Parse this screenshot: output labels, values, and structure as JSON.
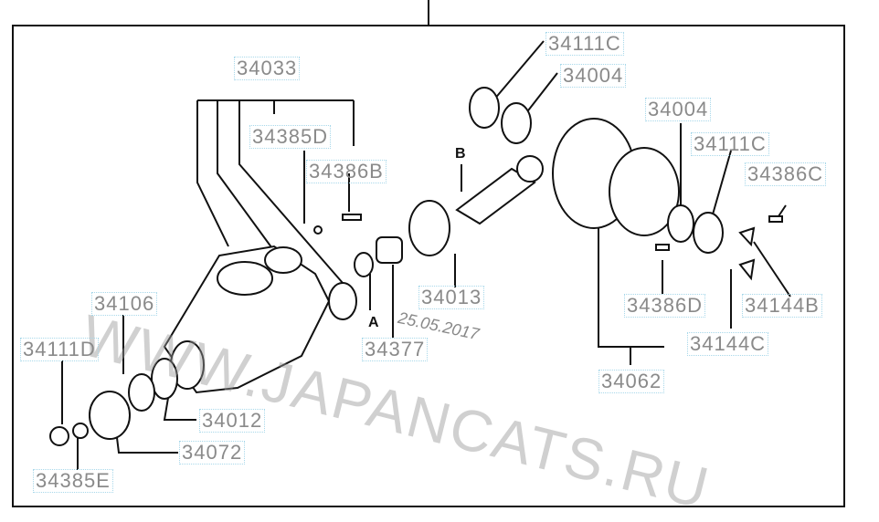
{
  "labels": {
    "l34033": "34033",
    "l34385D": "34385D",
    "l34386B": "34386B",
    "l34106": "34106",
    "l34111D": "34111D",
    "l34012": "34012",
    "l34072": "34072",
    "l34385E": "34385E",
    "l34377": "34377",
    "l34013": "34013",
    "l34111C_top": "34111C",
    "l34004_top": "34004",
    "l34004_right": "34004",
    "l34111C_right": "34111C",
    "l34386C": "34386C",
    "l34386D": "34386D",
    "l34144B": "34144B",
    "l34144C": "34144C",
    "l34062": "34062"
  },
  "refs": {
    "a": "A",
    "b": "B"
  },
  "watermark": "WWW.JAPANCATS.RU",
  "date": "25.05.2017"
}
